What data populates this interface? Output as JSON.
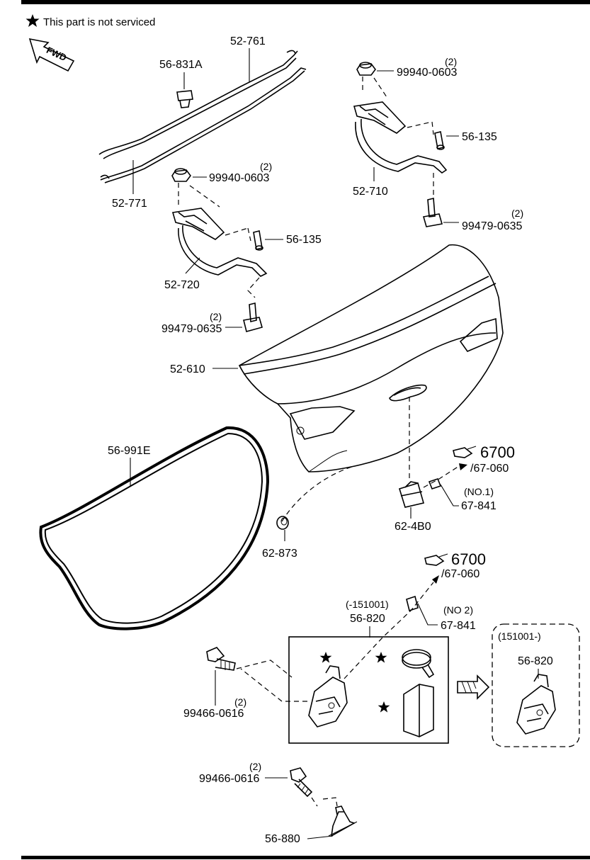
{
  "note": "This part is not serviced",
  "fwd": "FWD",
  "labels": {
    "p52_761": "52-761",
    "p56_831A": "56-831A",
    "p52_771": "52-771",
    "p99940_a": "99940-0603",
    "p99940_a_qty": "(2)",
    "p99940_b": "99940-0603",
    "p99940_b_qty": "(2)",
    "p56_135_a": "56-135",
    "p56_135_b": "56-135",
    "p52_710": "52-710",
    "p52_720": "52-720",
    "p99479_a": "99479-0635",
    "p99479_a_qty": "(2)",
    "p99479_b": "99479-0635",
    "p99479_b_qty": "(2)",
    "p52_610": "52-610",
    "p56_991E": "56-991E",
    "p6700_a": "6700",
    "p67_060_a": "/67-060",
    "no1": "(NO.1)",
    "p67_841_a": "67-841",
    "p62_4B0": "62-4B0",
    "p62_873": "62-873",
    "p6700_b": "6700",
    "p67_060_b": "/67-060",
    "range_before": "(-151001)",
    "p56_820_a": "56-820",
    "no2": "(NO 2)",
    "p67_841_b": "67-841",
    "range_after": "(151001-)",
    "p56_820_b": "56-820",
    "p99466_a": "99466-0616",
    "p99466_a_qty": "(2)",
    "p99466_b": "99466-0616",
    "p99466_b_qty": "(2)",
    "p56_880": "56-880"
  },
  "colors": {
    "ink": "#000000",
    "paper": "#ffffff",
    "shade": "#9a9a9a"
  }
}
